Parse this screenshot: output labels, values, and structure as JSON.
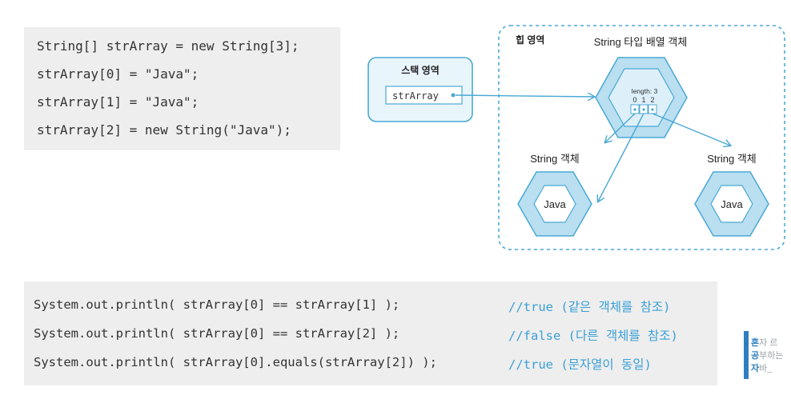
{
  "code_top": {
    "lines": [
      "String[] strArray = new String[3];",
      "strArray[0] = \"Java\";",
      "strArray[1] = \"Java\";",
      "strArray[2] = new String(\"Java\");"
    ]
  },
  "diagram": {
    "stack_title": "스택 영역",
    "stack_variable": "strArray",
    "heap_title": "힙 영역",
    "array_object_title": "String 타입 배열 객체",
    "array_length": "length: 3",
    "array_indices": [
      "0",
      "1",
      "2"
    ],
    "left_object_title": "String 객체",
    "right_object_title": "String 객체",
    "left_object_value": "Java",
    "right_object_value": "Java",
    "colors": {
      "hex_fill": "#b9dff0",
      "hex_inner": "#ddf0f9",
      "hex_stroke": "#4aa8d4",
      "arrow": "#4aa8d4",
      "dashed_border": "#4aa8d4"
    }
  },
  "code_bottom": {
    "lines": [
      {
        "code": "System.out.println( strArray[0] == strArray[1] );",
        "comment": "//true (같은 객체를 참조)"
      },
      {
        "code": "System.out.println( strArray[0] == strArray[2] );",
        "comment": "//false (다른 객체를 참조)"
      },
      {
        "code": "System.out.println( strArray[0].equals(strArray[2]) );",
        "comment": "//true (문자열이 동일)"
      }
    ]
  },
  "badge": {
    "lines": [
      {
        "bold": "혼",
        "rest": "자 르"
      },
      {
        "bold": "공",
        "rest": "부하는"
      },
      {
        "bold": "자",
        "rest": "바_"
      }
    ]
  }
}
